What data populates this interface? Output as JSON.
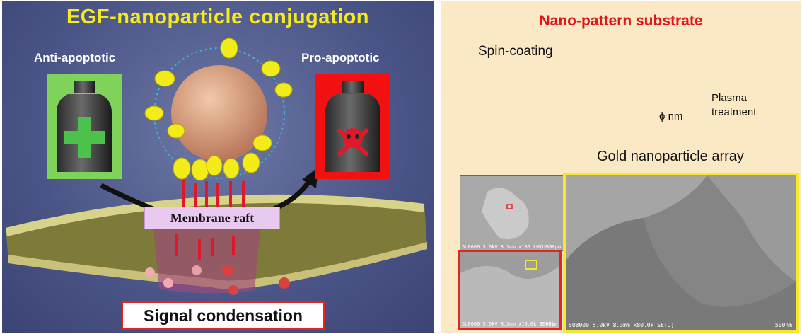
{
  "left_panel": {
    "title": "EGF-nanoparticle conjugation",
    "anti_label": "Anti-apoptotic",
    "pro_label": "Pro-apoptotic",
    "raft_label": "Membrane raft",
    "signal_label": "Signal condensation",
    "colors": {
      "title": "#f5ea1a",
      "anti_box": "#7fd25a",
      "pro_box": "#f21010",
      "signal_border": "#e52420"
    }
  },
  "right_panel": {
    "title": "Nano-pattern substrate",
    "spin_label": "Spin-coating",
    "plasma_label_1": "Plasma",
    "plasma_label_2": "treatment",
    "phi_label": "ϕ nm",
    "array_label": "Gold nanoparticle array",
    "sem_small_top_caption": "SU8000 5.0kV 8.3mm x180 LM(UL)",
    "sem_small_top_scale": "300μm",
    "sem_small_bottom_caption": "SU8000 5.0kV 8.3mm x10.0k SE(U)",
    "sem_small_bottom_scale": "5.00μm",
    "sem_large_caption": "SU8000 5.0kV 8.3mm x80.0k SE(U)",
    "sem_large_scale": "500nm",
    "colors": {
      "title": "#e0141a",
      "zoom_box_1": "#e52420",
      "zoom_box_2": "#f7e82a"
    }
  }
}
